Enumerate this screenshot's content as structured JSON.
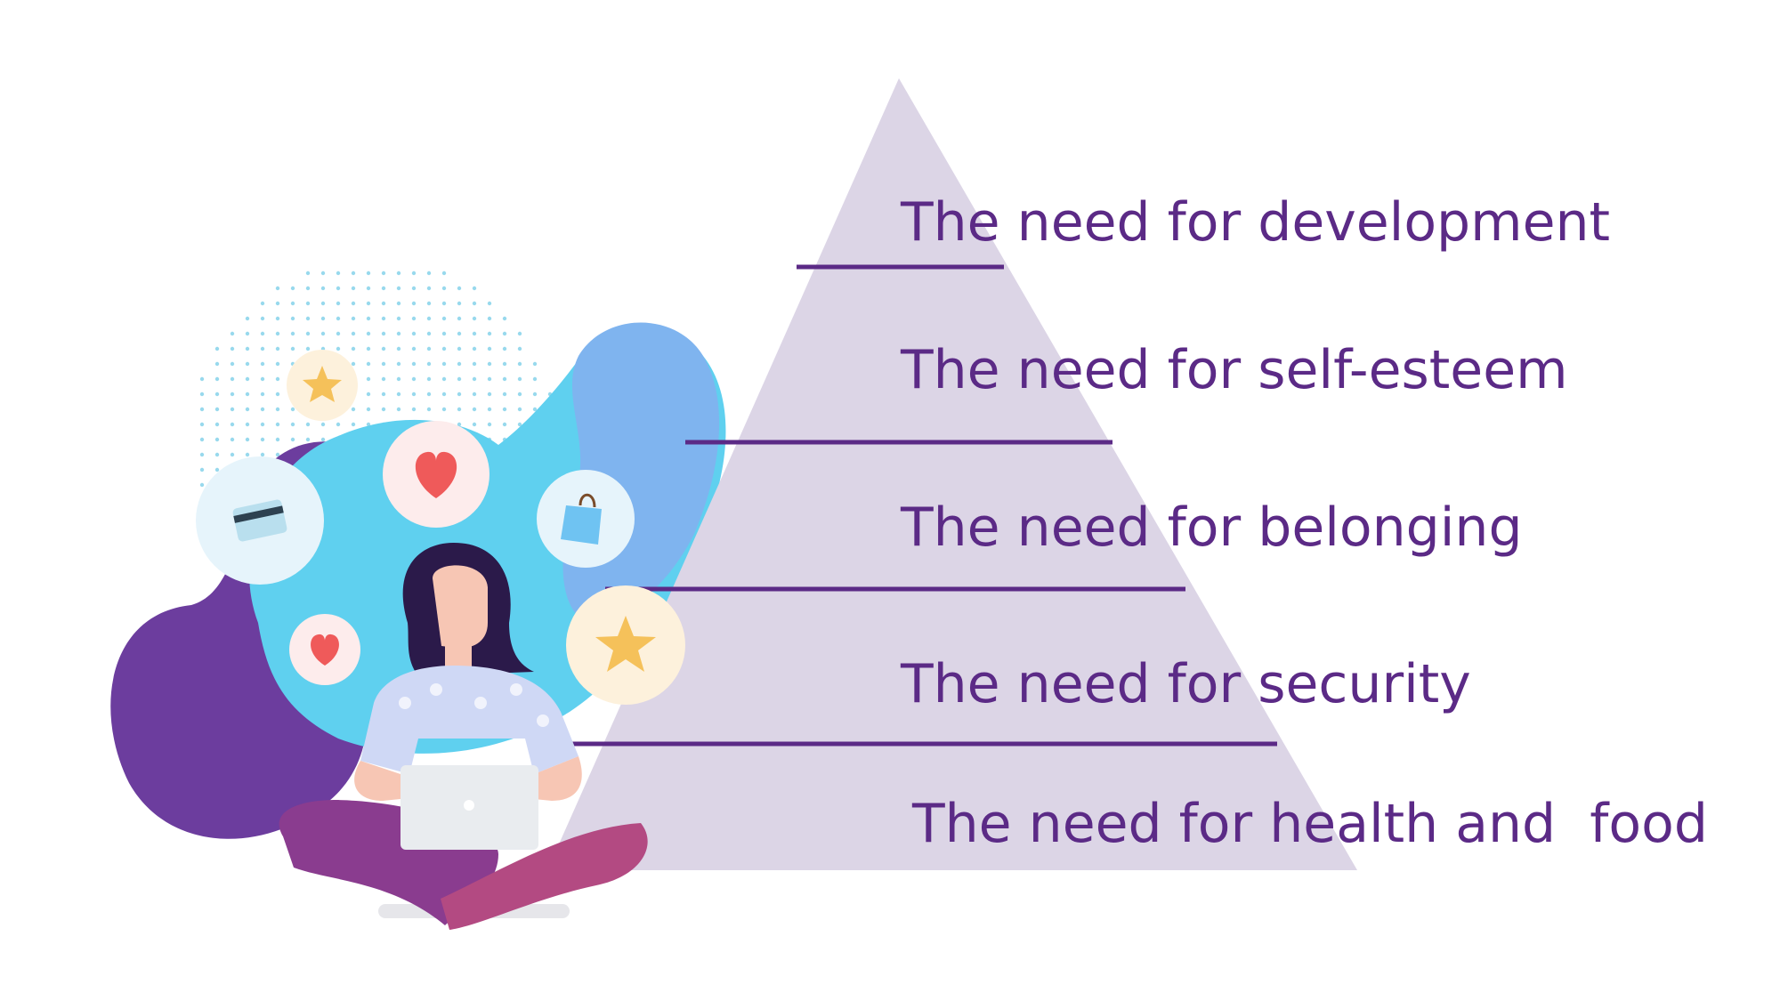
{
  "colors": {
    "pyramid_fill": "#dcd5e6",
    "divider": "#5b2a86",
    "label_text": "#5b2a86",
    "blob_purple": "#6c3d9e",
    "blob_blue": "#5fd0ef",
    "blob_blue_light": "#7fb4ef",
    "dots": "#7ecfe8"
  },
  "pyramid": {
    "levels": [
      {
        "label": "The need for development"
      },
      {
        "label": "The need for self-esteem"
      },
      {
        "label": "The need for belonging"
      },
      {
        "label": "The need for security"
      },
      {
        "label": "The need for health and  food"
      }
    ]
  },
  "illustration": {
    "icons": [
      "star-icon",
      "heart-icon",
      "credit-card-icon",
      "shopping-bag-icon",
      "heart-icon",
      "star-icon"
    ]
  }
}
